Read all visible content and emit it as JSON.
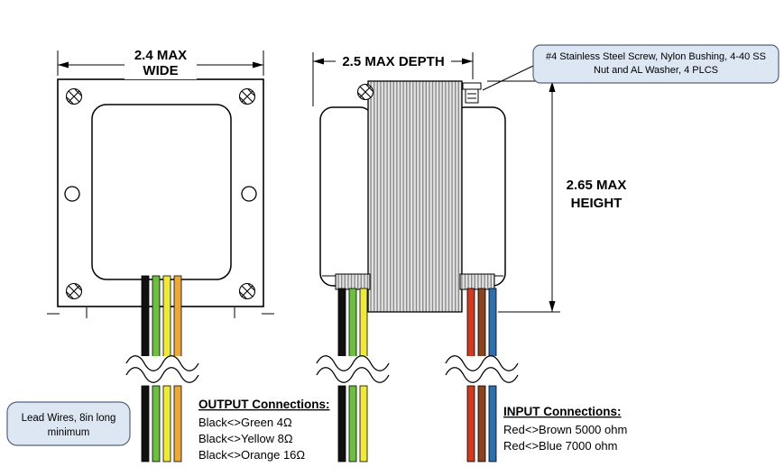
{
  "dim_width": {
    "line1": "2.4 MAX",
    "line2": "WIDE"
  },
  "dim_depth": {
    "label": "2.5 MAX DEPTH"
  },
  "dim_height": {
    "line1": "2.65 MAX",
    "line2": "HEIGHT"
  },
  "screw_callout": {
    "line1": "#4 Stainless Steel Screw, Nylon Bushing, 4-40 SS",
    "line2": "Nut and AL Washer, 4 PLCS"
  },
  "lead_callout": {
    "line1": "Lead Wires, 8in long",
    "line2": "minimum"
  },
  "output": {
    "title": "OUTPUT Connections:",
    "items": [
      "Black<>Green 4Ω",
      "Black<>Yellow 8Ω",
      "Black<>Orange 16Ω"
    ]
  },
  "input": {
    "title": "INPUT Connections:",
    "items": [
      "Red<>Brown 5000 ohm",
      "Red<>Blue 7000 ohm"
    ]
  },
  "colors": {
    "wire_black": "#111111",
    "wire_green": "#6cbf3f",
    "wire_yellow": "#efe93d",
    "wire_orange": "#eda83c",
    "wire_red": "#cf3a23",
    "wire_brown": "#8a4420",
    "wire_blue": "#2f6fae",
    "callout_fill": "#dde6f3"
  }
}
